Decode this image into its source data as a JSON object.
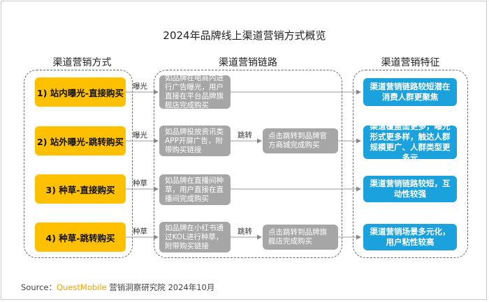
{
  "title": "2024年品牌线上渠道营销方式概览",
  "headers": [
    "渠道营销方式",
    "渠道营销链路",
    "渠道营销特征"
  ],
  "rows": [
    {
      "method": "1) 站内曝光-直接购买",
      "label1": "曝光",
      "chain1": "如品牌在电商内进行广告曝光，用户直接在平台品牌旗舰店完成购买",
      "label2": "",
      "chain2": "",
      "feature": "渠道营销链路较短潜在消费人群更聚焦"
    },
    {
      "method": "2) 站外曝光-跳转购买",
      "label1": "曝光",
      "chain1": "如品牌投放资讯类APP开屏广告，附带购买链接",
      "label2": "跳转",
      "chain2": "点击跳转到品牌官方商城完成购买",
      "feature": "渠道覆盖面更多，曝光形式更多样，触达人群规模更广、人群类型更多元"
    },
    {
      "method": "3) 种草-直接购买",
      "label1": "种草",
      "chain1": "如品牌在直播间种草，用户直接在直播间完成购买",
      "label2": "",
      "chain2": "",
      "feature": "渠道营销链路较短，互动性较强"
    },
    {
      "method": "4) 种草-跳转购买",
      "label1": "种草",
      "chain1": "如品牌在小红书通过KOL进行种草，附带购买链接",
      "label2": "跳转",
      "chain2": "点击跳转到品牌旗舰店完成购买",
      "feature": "渠道营销场景多元化，用户粘性较高"
    }
  ],
  "source": {
    "prefix": "Source：",
    "brand": "QuestMobile",
    "suffix": " 营销洞察研究院 2024年10月"
  }
}
